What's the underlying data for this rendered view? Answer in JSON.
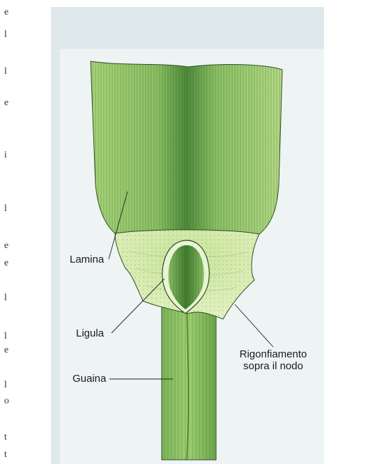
{
  "labels": {
    "lamina": "Lamina",
    "ligula": "Ligula",
    "guaina": "Guaina",
    "rigonfiamento_line1": "Rigonfiamento",
    "rigonfiamento_line2": "sopra il nodo"
  },
  "margin_glyphs": [
    "e",
    "l",
    "l",
    "e",
    "i",
    "l",
    "e",
    "e",
    "l",
    "l",
    "e",
    "l",
    "o",
    "t",
    "t"
  ],
  "colors": {
    "panel_outer": "#dfe9ec",
    "panel_inner": "#eef3f4",
    "leaf_green": "#9ccc6a",
    "leaf_dark": "#4e8a3a",
    "leaf_light": "#d2eaa6",
    "stem_green": "#8fc46a",
    "line_color": "#222222"
  }
}
